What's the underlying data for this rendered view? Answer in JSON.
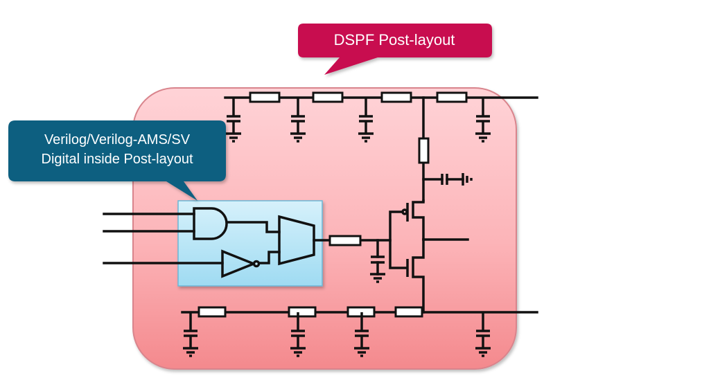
{
  "callouts": {
    "dspf": {
      "label": "DSPF Post-layout",
      "color": "#c8104f"
    },
    "digital": {
      "line1": "Verilog/Verilog-AMS/SV",
      "line2": "Digital inside Post-layout",
      "color": "#0f5e80"
    }
  },
  "regions": {
    "post_layout": {
      "name": "post-layout-region",
      "color_top": "#ffd0d4",
      "color_bottom": "#f58a8e",
      "border": "#d9848c"
    },
    "digital_block": {
      "name": "digital-block",
      "color_top": "#d4f0fa",
      "color_bottom": "#a3ddf3",
      "border": "#6bb7d6"
    }
  },
  "components": {
    "logic_gates": [
      "and-gate",
      "inverter",
      "multiplexer"
    ],
    "transistors": [
      "pmos",
      "nmos"
    ],
    "top_rail_resistors": 4,
    "bottom_rail_resistors": 4,
    "top_rail_capacitors": 4,
    "bottom_rail_capacitors": 4
  },
  "wire_color": "#111111"
}
